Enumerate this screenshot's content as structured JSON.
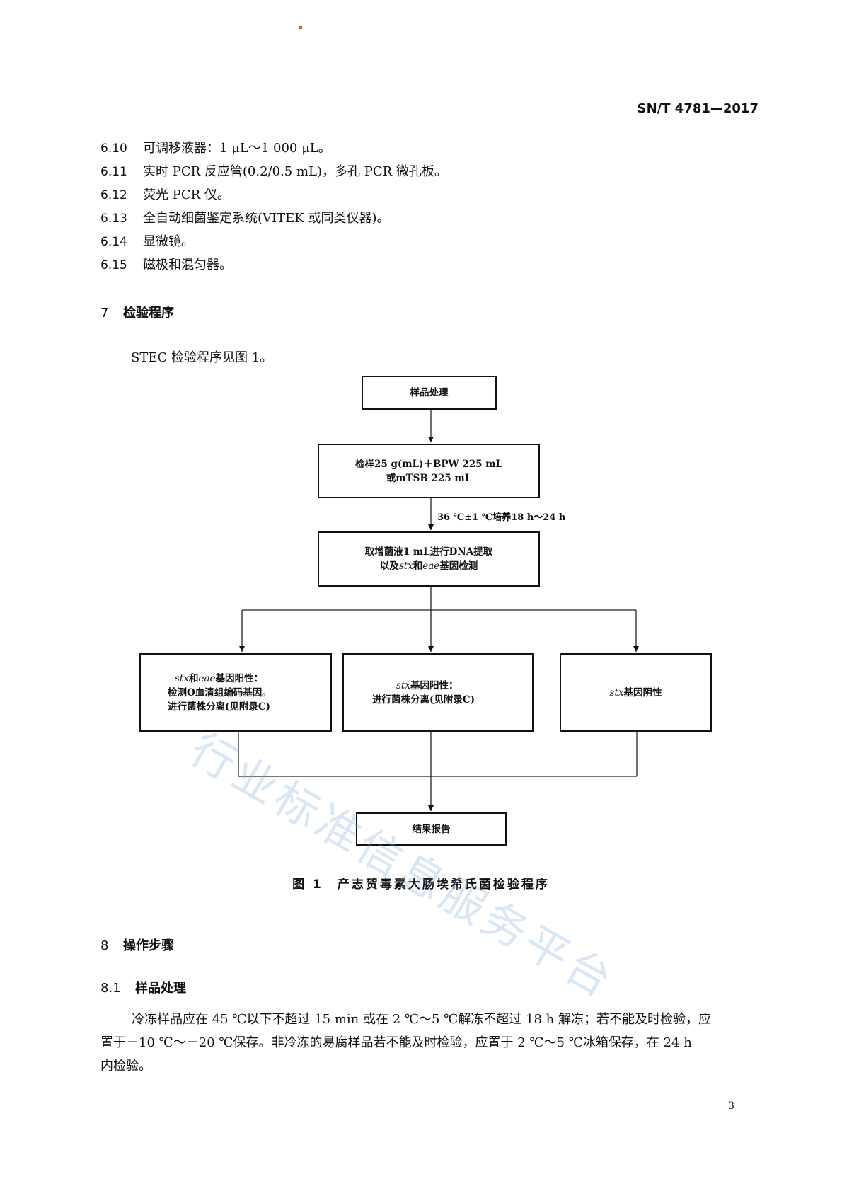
{
  "header": {
    "standard_code": "SN/T 4781—2017"
  },
  "equipment_items": [
    {
      "num": "6.10",
      "text": "可调移液器：1 μL～1 000 μL。"
    },
    {
      "num": "6.11",
      "text": "实时 PCR 反应管(0.2/0.5 mL)，多孔 PCR 微孔板。"
    },
    {
      "num": "6.12",
      "text": "荧光 PCR 仪。"
    },
    {
      "num": "6.13",
      "text": "全自动细菌鉴定系统(VITEK 或同类仪器)。"
    },
    {
      "num": "6.14",
      "text": "显微镜。"
    },
    {
      "num": "6.15",
      "text": "磁极和混匀器。"
    }
  ],
  "section7": {
    "num": "7",
    "title": "检验程序",
    "intro": "STEC 检验程序见图 1。"
  },
  "flowchart": {
    "sample_processing": "样品处理",
    "enrich_line1": "检样25 g(mL)＋BPW 225 mL",
    "enrich_line2": "或mTSB 225 mL",
    "incubation": "36 ℃±1 ℃培养18 h～24 h",
    "dna_line1": "取增菌液1 mL进行DNA提取",
    "dna_line2_a": "以及",
    "dna_gene1": "stx",
    "dna_line2_b": "和",
    "dna_gene2": "eae",
    "dna_line2_c": "基因检测",
    "left_gene1": "stx",
    "left_line1_b": "和",
    "left_gene2": "eae",
    "left_line1_c": "基因阳性：",
    "left_line2": "检测O血清组编码基因。",
    "left_line3": "进行菌株分离(见附录C)",
    "mid_gene": "stx",
    "mid_line1_b": "基因阳性：",
    "mid_line2": "进行菌株分离(见附录C)",
    "right_gene": "stx",
    "right_line_b": "基因阴性",
    "result": "结果报告"
  },
  "figure_caption": "图 1　产志贺毒素大肠埃希氏菌检验程序",
  "section8": {
    "num": "8",
    "title": "操作步骤"
  },
  "section8_1": {
    "num": "8.1",
    "title": "样品处理",
    "para_line1": "冷冻样品应在 45 ℃以下不超过 15 min 或在 2 ℃～5 ℃解冻不超过 18 h 解冻；若不能及时检验，应",
    "para_line2": "置于－10 ℃～－20 ℃保存。非冷冻的易腐样品若不能及时检验，应置于 2 ℃～5 ℃冰箱保存，在 24 h",
    "para_line3": "内检验。"
  },
  "watermark": "行业标准信息服务平台",
  "page_number": "3"
}
